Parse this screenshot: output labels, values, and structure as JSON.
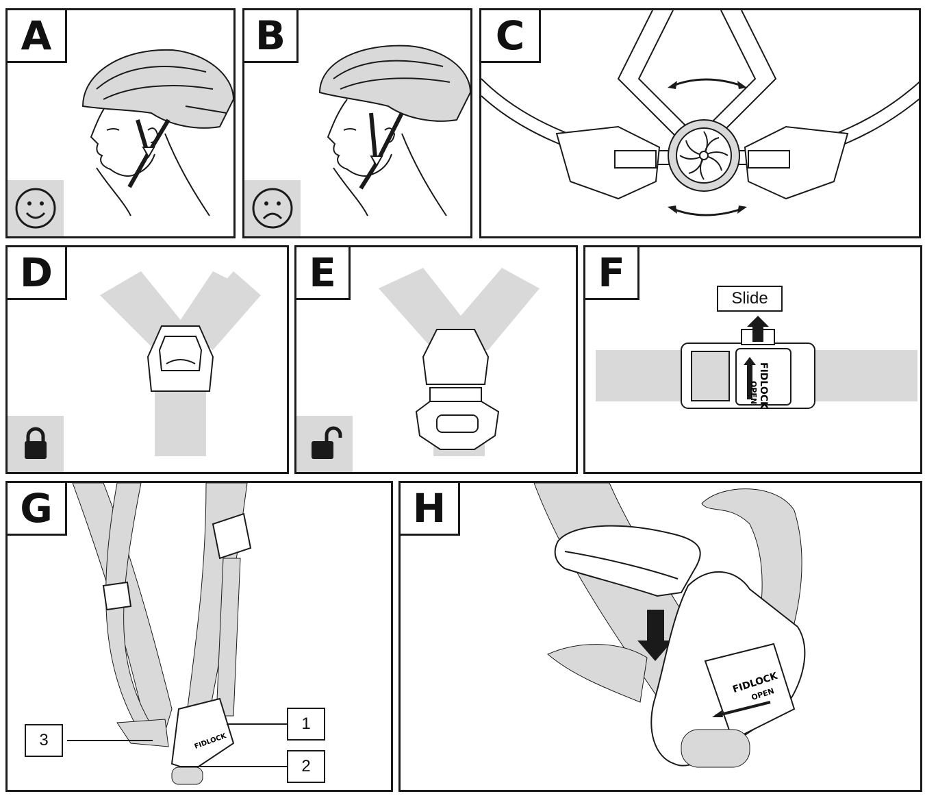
{
  "panels": {
    "a": {
      "label": "A"
    },
    "b": {
      "label": "B"
    },
    "c": {
      "label": "C"
    },
    "d": {
      "label": "D"
    },
    "e": {
      "label": "E"
    },
    "f": {
      "label": "F",
      "slide_label": "Slide",
      "brand": "FIDLOCK",
      "open": "OPEN"
    },
    "g": {
      "label": "G",
      "callouts": [
        "1",
        "2",
        "3"
      ],
      "brand": "FIDLOCK"
    },
    "h": {
      "label": "H",
      "brand": "FIDLOCK",
      "open": "OPEN"
    }
  },
  "icons": {
    "a_corner": "smiley-face-icon",
    "b_corner": "frowny-face-icon",
    "d_corner": "locked-padlock-icon",
    "e_corner": "unlocked-padlock-icon"
  },
  "colors": {
    "strap_gray": "#d9d9d9",
    "line": "#1a1a1a"
  }
}
